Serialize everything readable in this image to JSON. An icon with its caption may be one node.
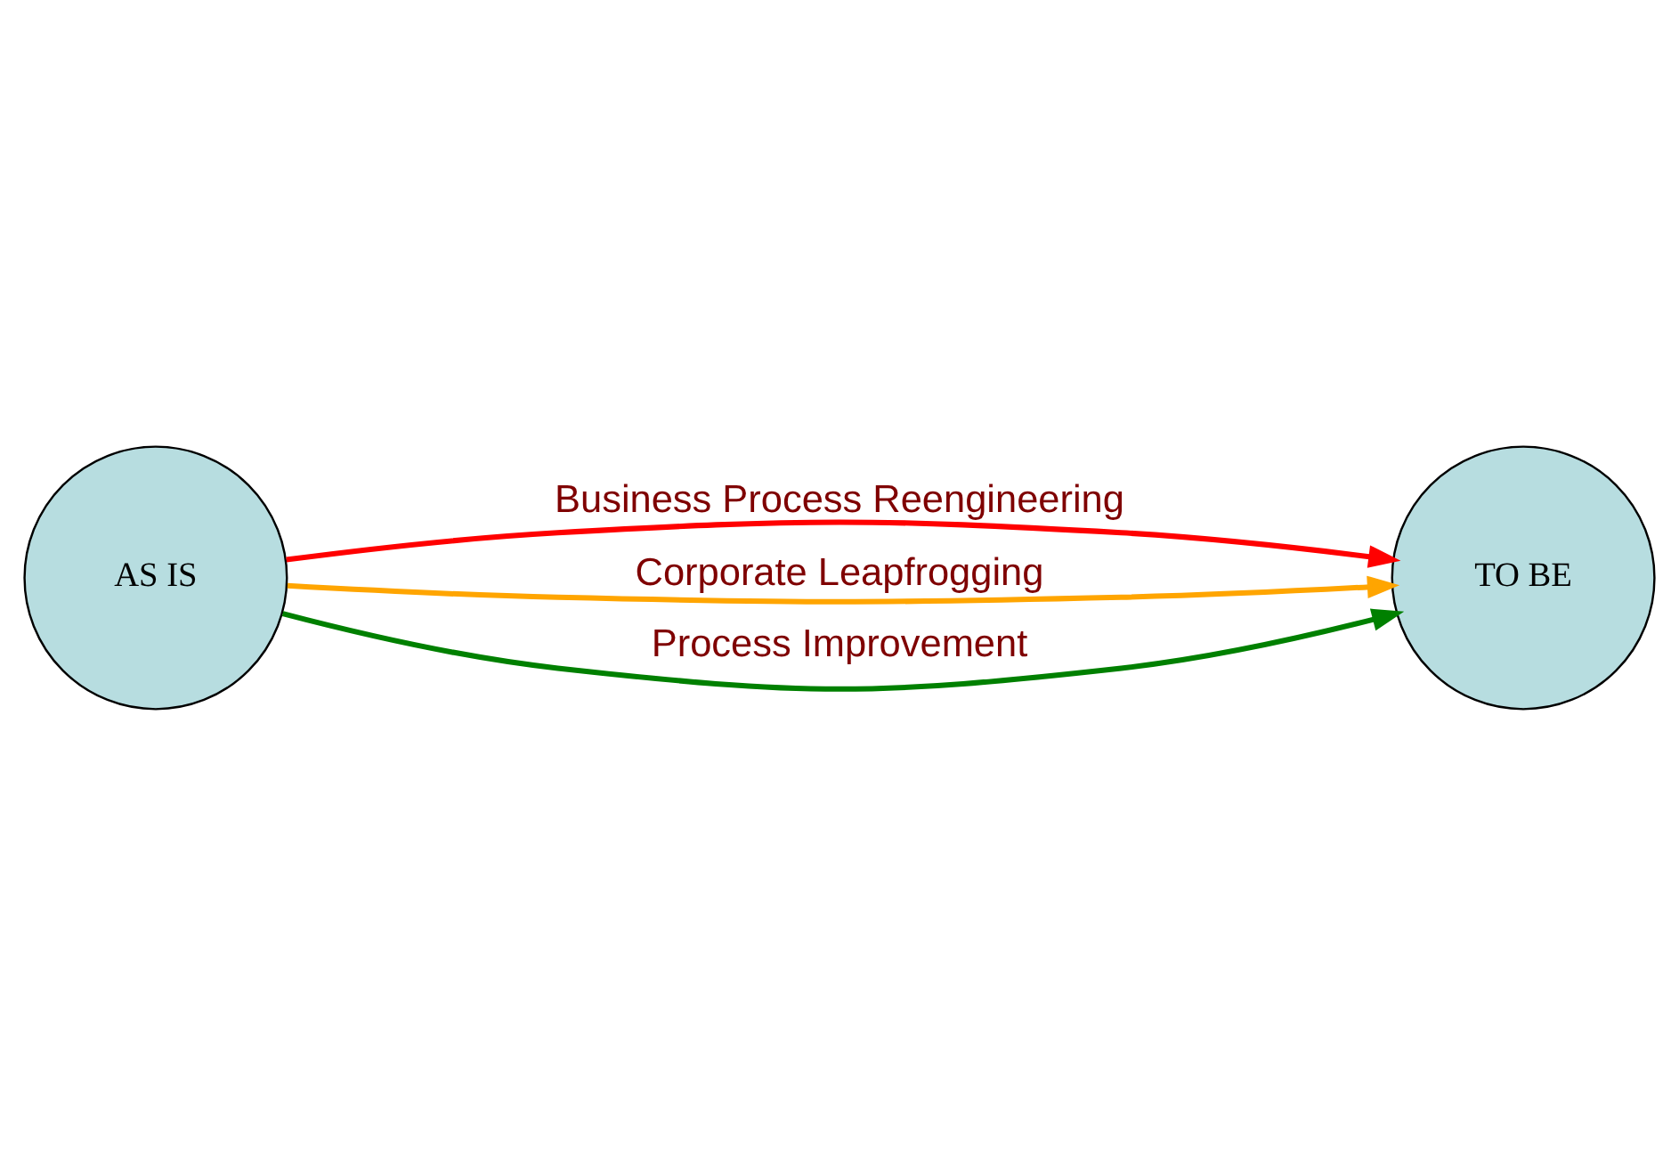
{
  "diagram": {
    "nodes": [
      {
        "text": [
          "AS IS"
        ]
      },
      {
        "text": [
          "TO BE"
        ]
      }
    ],
    "edges": [
      {
        "from": 0,
        "to": 1,
        "arrow": "to",
        "label": "Business Process Reengineering",
        "color": "#ff0000"
      },
      {
        "from": 0,
        "to": 1,
        "arrow": "to",
        "label": "Corporate Leapfrogging",
        "color": "#ffa500"
      },
      {
        "from": 0,
        "to": 1,
        "arrow": "to",
        "label": "Process Improvement",
        "color": "#008000"
      }
    ]
  }
}
